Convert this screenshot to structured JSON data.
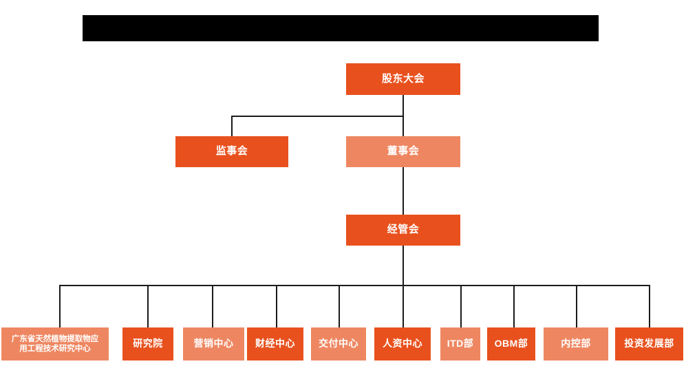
{
  "chart_data": {
    "type": "diagram",
    "title": "",
    "diagram_kind": "organization-chart",
    "colors": {
      "dark_orange": "#E8511E",
      "light_orange": "#EE8761",
      "line": "#1a1a1a",
      "banner": "#000000",
      "background": "#ffffff",
      "text": "#ffffff"
    },
    "nodes": [
      {
        "id": "shareholders",
        "label": "股东大会",
        "level": 1,
        "tone": "dark"
      },
      {
        "id": "supervisors",
        "label": "监事会",
        "level": 2,
        "tone": "dark"
      },
      {
        "id": "directors",
        "label": "董事会",
        "level": 2,
        "tone": "light"
      },
      {
        "id": "management",
        "label": "经管会",
        "level": 3,
        "tone": "dark"
      },
      {
        "id": "research-center",
        "label": "广东省天然植物提取物应用工程技术研究中心",
        "level": 4,
        "tone": "light"
      },
      {
        "id": "institute",
        "label": "研究院",
        "level": 4,
        "tone": "dark"
      },
      {
        "id": "marketing",
        "label": "营销中心",
        "level": 4,
        "tone": "light"
      },
      {
        "id": "finance",
        "label": "财经中心",
        "level": 4,
        "tone": "dark"
      },
      {
        "id": "delivery",
        "label": "交付中心",
        "level": 4,
        "tone": "light"
      },
      {
        "id": "hr",
        "label": "人资中心",
        "level": 4,
        "tone": "dark"
      },
      {
        "id": "itd",
        "label": "ITD部",
        "level": 4,
        "tone": "light"
      },
      {
        "id": "obm",
        "label": "OBM部",
        "level": 4,
        "tone": "dark"
      },
      {
        "id": "internal-control",
        "label": "内控部",
        "level": 4,
        "tone": "light"
      },
      {
        "id": "investment",
        "label": "投资发展部",
        "level": 4,
        "tone": "dark"
      }
    ],
    "edges": [
      {
        "from": "shareholders",
        "to": "supervisors"
      },
      {
        "from": "shareholders",
        "to": "directors"
      },
      {
        "from": "directors",
        "to": "management"
      },
      {
        "from": "management",
        "to": "research-center"
      },
      {
        "from": "management",
        "to": "institute"
      },
      {
        "from": "management",
        "to": "marketing"
      },
      {
        "from": "management",
        "to": "finance"
      },
      {
        "from": "management",
        "to": "delivery"
      },
      {
        "from": "management",
        "to": "hr"
      },
      {
        "from": "management",
        "to": "itd"
      },
      {
        "from": "management",
        "to": "obm"
      },
      {
        "from": "management",
        "to": "internal-control"
      },
      {
        "from": "management",
        "to": "investment"
      }
    ]
  },
  "banner": {
    "label": ""
  },
  "nodes": {
    "shareholders": {
      "label": "股东大会"
    },
    "supervisors": {
      "label": "监事会"
    },
    "directors": {
      "label": "董事会"
    },
    "management": {
      "label": "经管会"
    },
    "research_center_line1": {
      "label": "广东省天然植物提取物应"
    },
    "research_center_line2": {
      "label": "用工程技术研究中心"
    },
    "institute": {
      "label": "研究院"
    },
    "marketing": {
      "label": "营销中心"
    },
    "finance": {
      "label": "财经中心"
    },
    "delivery": {
      "label": "交付中心"
    },
    "hr": {
      "label": "人资中心"
    },
    "itd": {
      "label": "ITD部"
    },
    "obm": {
      "label": "OBM部"
    },
    "internal_control": {
      "label": "内控部"
    },
    "investment": {
      "label": "投资发展部"
    }
  }
}
